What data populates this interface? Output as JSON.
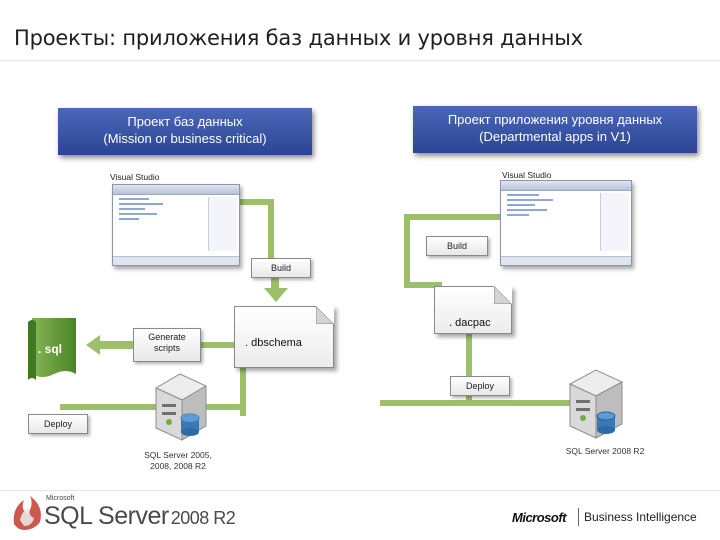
{
  "slide": {
    "title": "Проекты: приложения баз данных и уровня данных"
  },
  "left_project": {
    "line1": "Проект баз данных",
    "line2": "(Mission or business critical)"
  },
  "right_project": {
    "line1": "Проект приложения уровня данных",
    "line2": "(Departmental apps in V1)"
  },
  "labels": {
    "vs_left": "Visual Studio",
    "vs_right": "Visual Studio",
    "build_left": "Build",
    "build_right": "Build",
    "generate_scripts": "Generate scripts",
    "sql_file": ". sql",
    "dbschema_file": ". dbschema",
    "dacpac_file": ". dacpac",
    "deploy_left": "Deploy",
    "deploy_right": "Deploy",
    "server_left_caption_line1": "SQL Server 2005,",
    "server_left_caption_line2": "2008, 2008 R2",
    "server_right_caption": "SQL Server 2008 R2"
  },
  "footer": {
    "brand_small": "Microsoft",
    "brand_sql": "SQL Server",
    "brand_version": "2008 R2",
    "ms_logo": "Microsoft",
    "bi_text": "Business Intelligence"
  },
  "colors": {
    "project_blue": "#2b4594",
    "connector_green": "#9dbf6c",
    "sql_green": "#5e9a35"
  }
}
